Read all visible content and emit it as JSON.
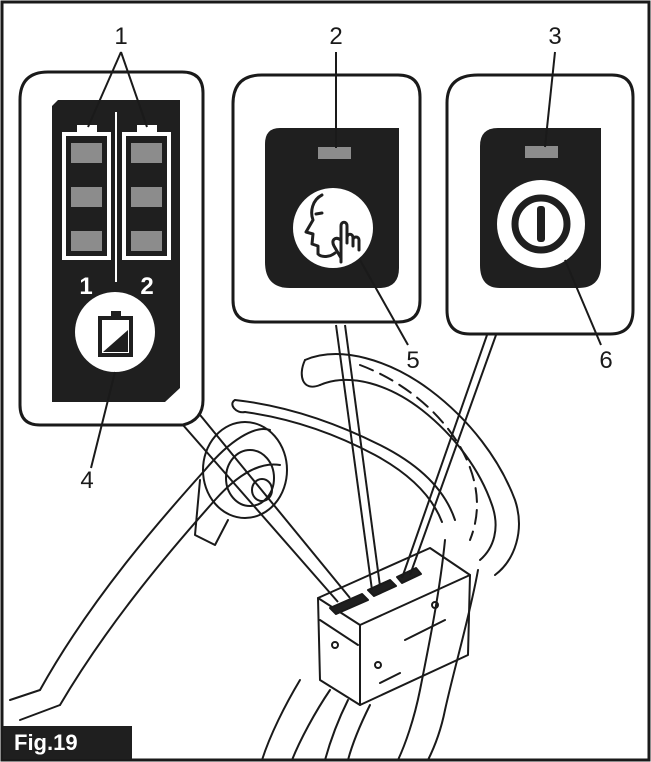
{
  "figure": {
    "label": "Fig.19"
  },
  "callouts": {
    "c1": "1",
    "c2": "2",
    "c3": "3",
    "c4": "4",
    "c5": "5",
    "c6": "6"
  },
  "battery_panel": {
    "battery1_label": "1",
    "battery2_label": "2"
  },
  "icons": {
    "battery_level": "battery-level-icon",
    "battery_check_button": "battery-check-icon",
    "silent_mode": "silent-mode-icon",
    "power": "power-icon"
  },
  "colors": {
    "panel_dark": "#1f1f1f",
    "indicator_gray": "#8c8c8c",
    "outline": "#1a1a1a"
  }
}
